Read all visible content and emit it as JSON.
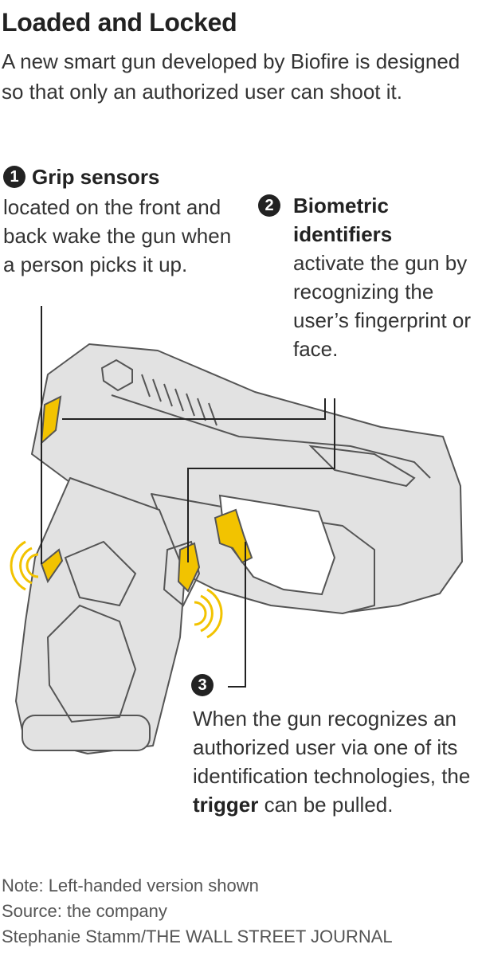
{
  "title": "Loaded and Locked",
  "subtitle": "A new smart gun developed by Biofire is designed so that only an authorized user can shoot it.",
  "callouts": [
    {
      "number": "1",
      "heading": "Grip sensors",
      "body": "located on the front and back wake the gun when a person picks it up."
    },
    {
      "number": "2",
      "heading": "Biometric identifiers",
      "body": "activate the gun by recognizing the user’s fingerprint or face."
    },
    {
      "number": "3",
      "body_before": "When the gun recognizes an authorized user via one of its identification technologies, the ",
      "body_bold": "trigger",
      "body_after": " can be pulled."
    }
  ],
  "notes": {
    "note": "Note: Left-handed version shown",
    "source": "Source: the company",
    "credit": "Stephanie Stamm/THE WALL STREET JOURNAL"
  },
  "colors": {
    "accent": "#F2C300",
    "gun_fill": "#E2E2E2",
    "gun_outline": "#555555",
    "text": "#222222"
  },
  "icons": [
    "gun-illustration",
    "sensor-signal-icon"
  ]
}
